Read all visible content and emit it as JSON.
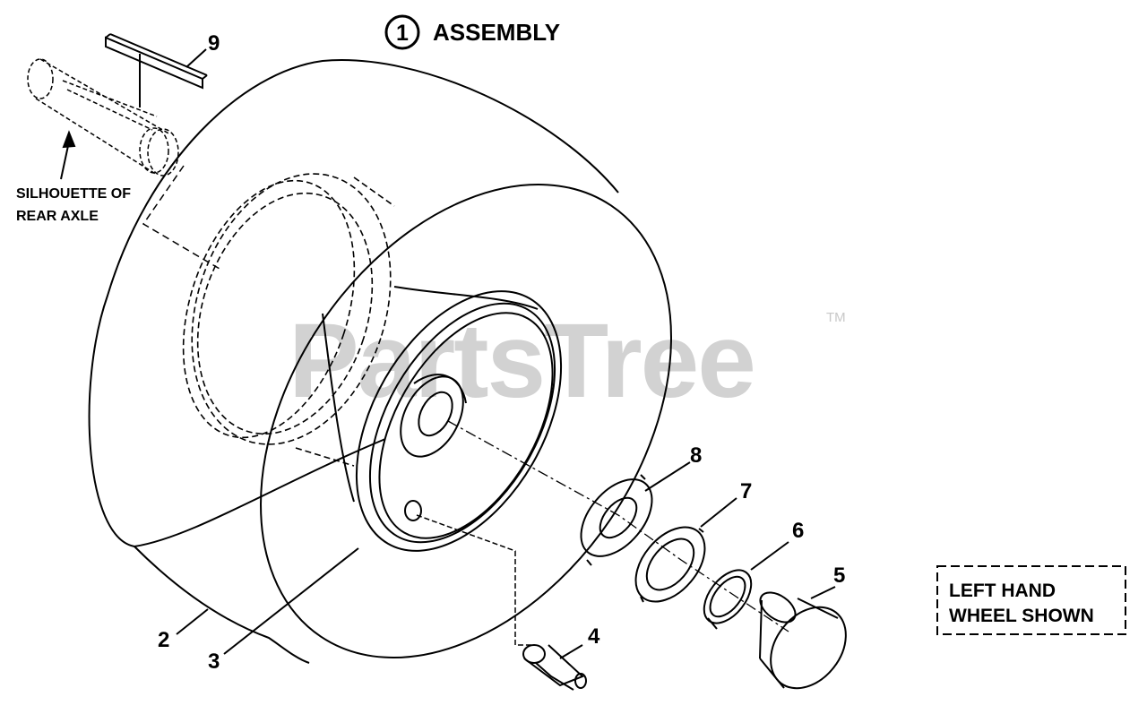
{
  "diagram": {
    "title": "ASSEMBLY",
    "title_ref": "1",
    "axle_label_line1": "SILHOUETTE OF",
    "axle_label_line2": "REAR AXLE",
    "note_line1": "LEFT HAND",
    "note_line2": "WHEEL SHOWN",
    "watermark": "PartsTree",
    "trademark": "TM",
    "callouts": {
      "tire": "2",
      "rim": "3",
      "valve_stem": "4",
      "bushing": "5",
      "retaining_ring": "6",
      "washer_7": "7",
      "washer_8": "8",
      "key": "9"
    }
  }
}
